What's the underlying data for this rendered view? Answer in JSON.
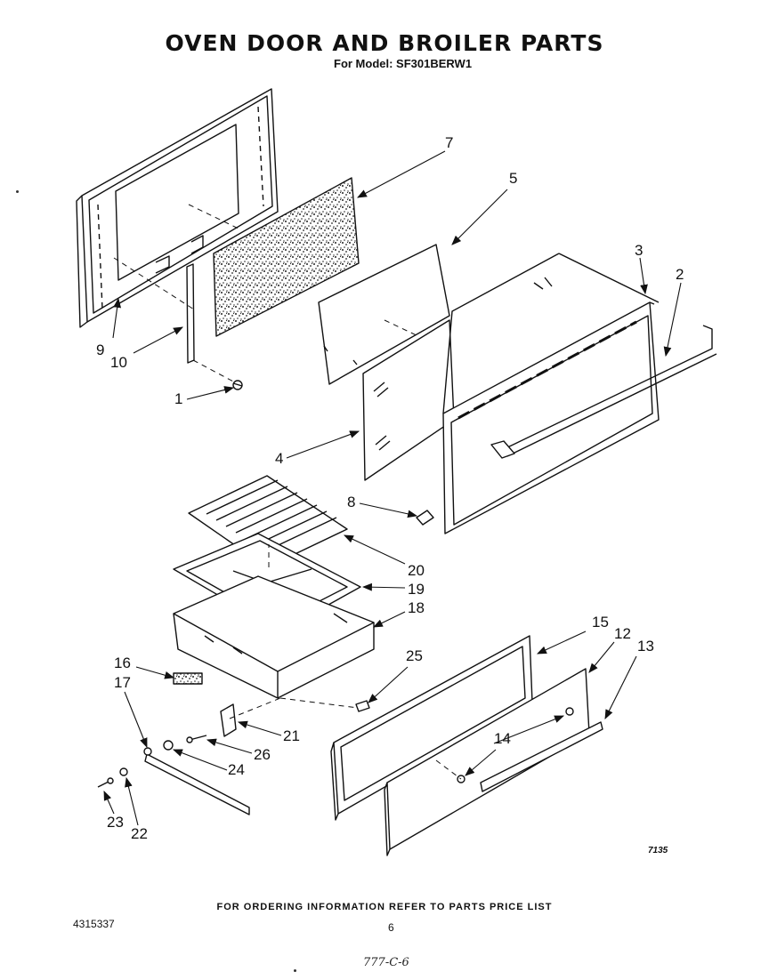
{
  "header": {
    "title": "OVEN DOOR AND BROILER PARTS",
    "subtitle": "For Model: SF301BERW1"
  },
  "callouts": [
    {
      "id": "c1",
      "label": "1"
    },
    {
      "id": "c2",
      "label": "2"
    },
    {
      "id": "c3",
      "label": "3"
    },
    {
      "id": "c4",
      "label": "4"
    },
    {
      "id": "c5",
      "label": "5"
    },
    {
      "id": "c7",
      "label": "7"
    },
    {
      "id": "c8",
      "label": "8"
    },
    {
      "id": "c9",
      "label": "9"
    },
    {
      "id": "c10",
      "label": "10"
    },
    {
      "id": "c12",
      "label": "12"
    },
    {
      "id": "c13",
      "label": "13"
    },
    {
      "id": "c14",
      "label": "14"
    },
    {
      "id": "c15",
      "label": "15"
    },
    {
      "id": "c16",
      "label": "16"
    },
    {
      "id": "c17",
      "label": "17"
    },
    {
      "id": "c18",
      "label": "18"
    },
    {
      "id": "c19",
      "label": "19"
    },
    {
      "id": "c20",
      "label": "20"
    },
    {
      "id": "c21",
      "label": "21"
    },
    {
      "id": "c22",
      "label": "22"
    },
    {
      "id": "c23",
      "label": "23"
    },
    {
      "id": "c24",
      "label": "24"
    },
    {
      "id": "c25",
      "label": "25"
    },
    {
      "id": "c26",
      "label": "26"
    }
  ],
  "figure_ref": "7135",
  "footer": {
    "ordering_note": "FOR ORDERING INFORMATION REFER TO PARTS PRICE LIST",
    "doc_number": "4315337",
    "page_number": "6",
    "handwritten_note": "777-C-6"
  }
}
